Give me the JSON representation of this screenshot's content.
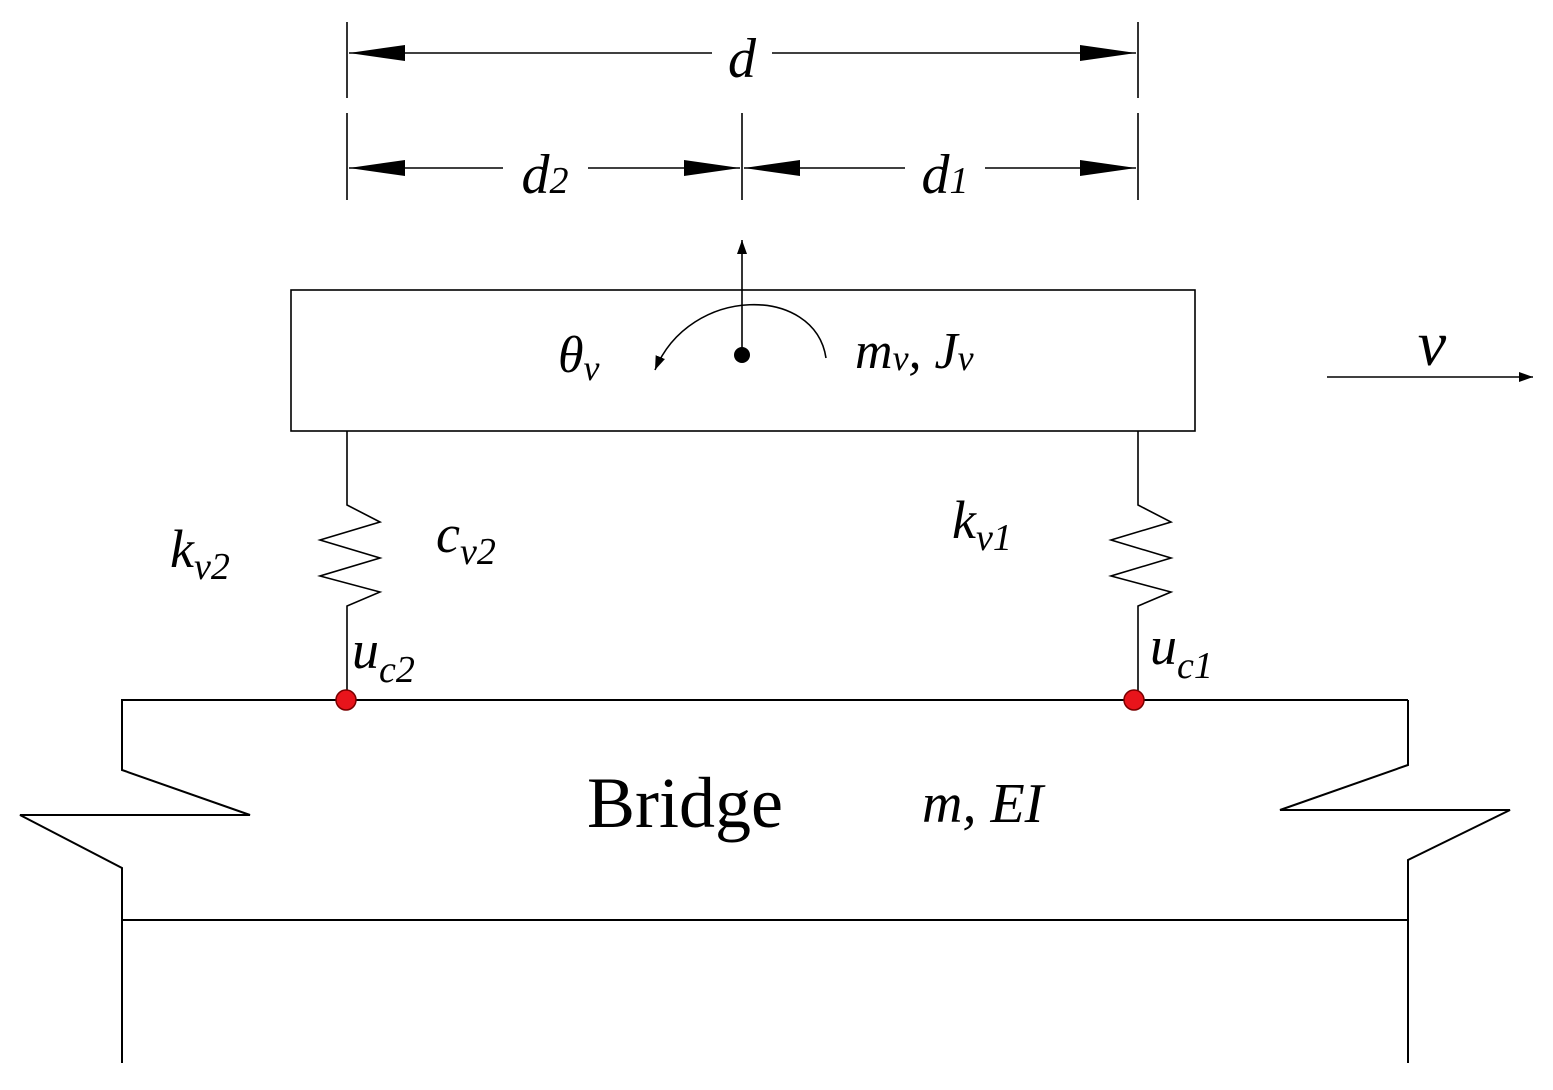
{
  "dimensions": {
    "total": "d",
    "rear": {
      "base": "d",
      "sub": "2"
    },
    "front": {
      "base": "d",
      "sub": "1"
    }
  },
  "vehicle": {
    "rotation": {
      "base": "θ",
      "sub": "v"
    },
    "mass_inertia": {
      "m": "m",
      "m_sub": "v",
      "sep": ", ",
      "J": "J",
      "J_sub": "v"
    },
    "velocity": "v"
  },
  "suspension": {
    "rear_stiffness": {
      "base": "k",
      "sub": "v2"
    },
    "rear_damping": {
      "base": "c",
      "sub": "v2"
    },
    "front_stiffness": {
      "base": "k",
      "sub": "v1"
    }
  },
  "contact_points": {
    "rear": {
      "base": "u",
      "sub": "c2"
    },
    "front": {
      "base": "u",
      "sub": "c1"
    }
  },
  "bridge": {
    "label": "Bridge",
    "properties": "m, EI"
  },
  "colors": {
    "line": "#000000",
    "contact_point": "#e8141b",
    "background": "#ffffff"
  }
}
